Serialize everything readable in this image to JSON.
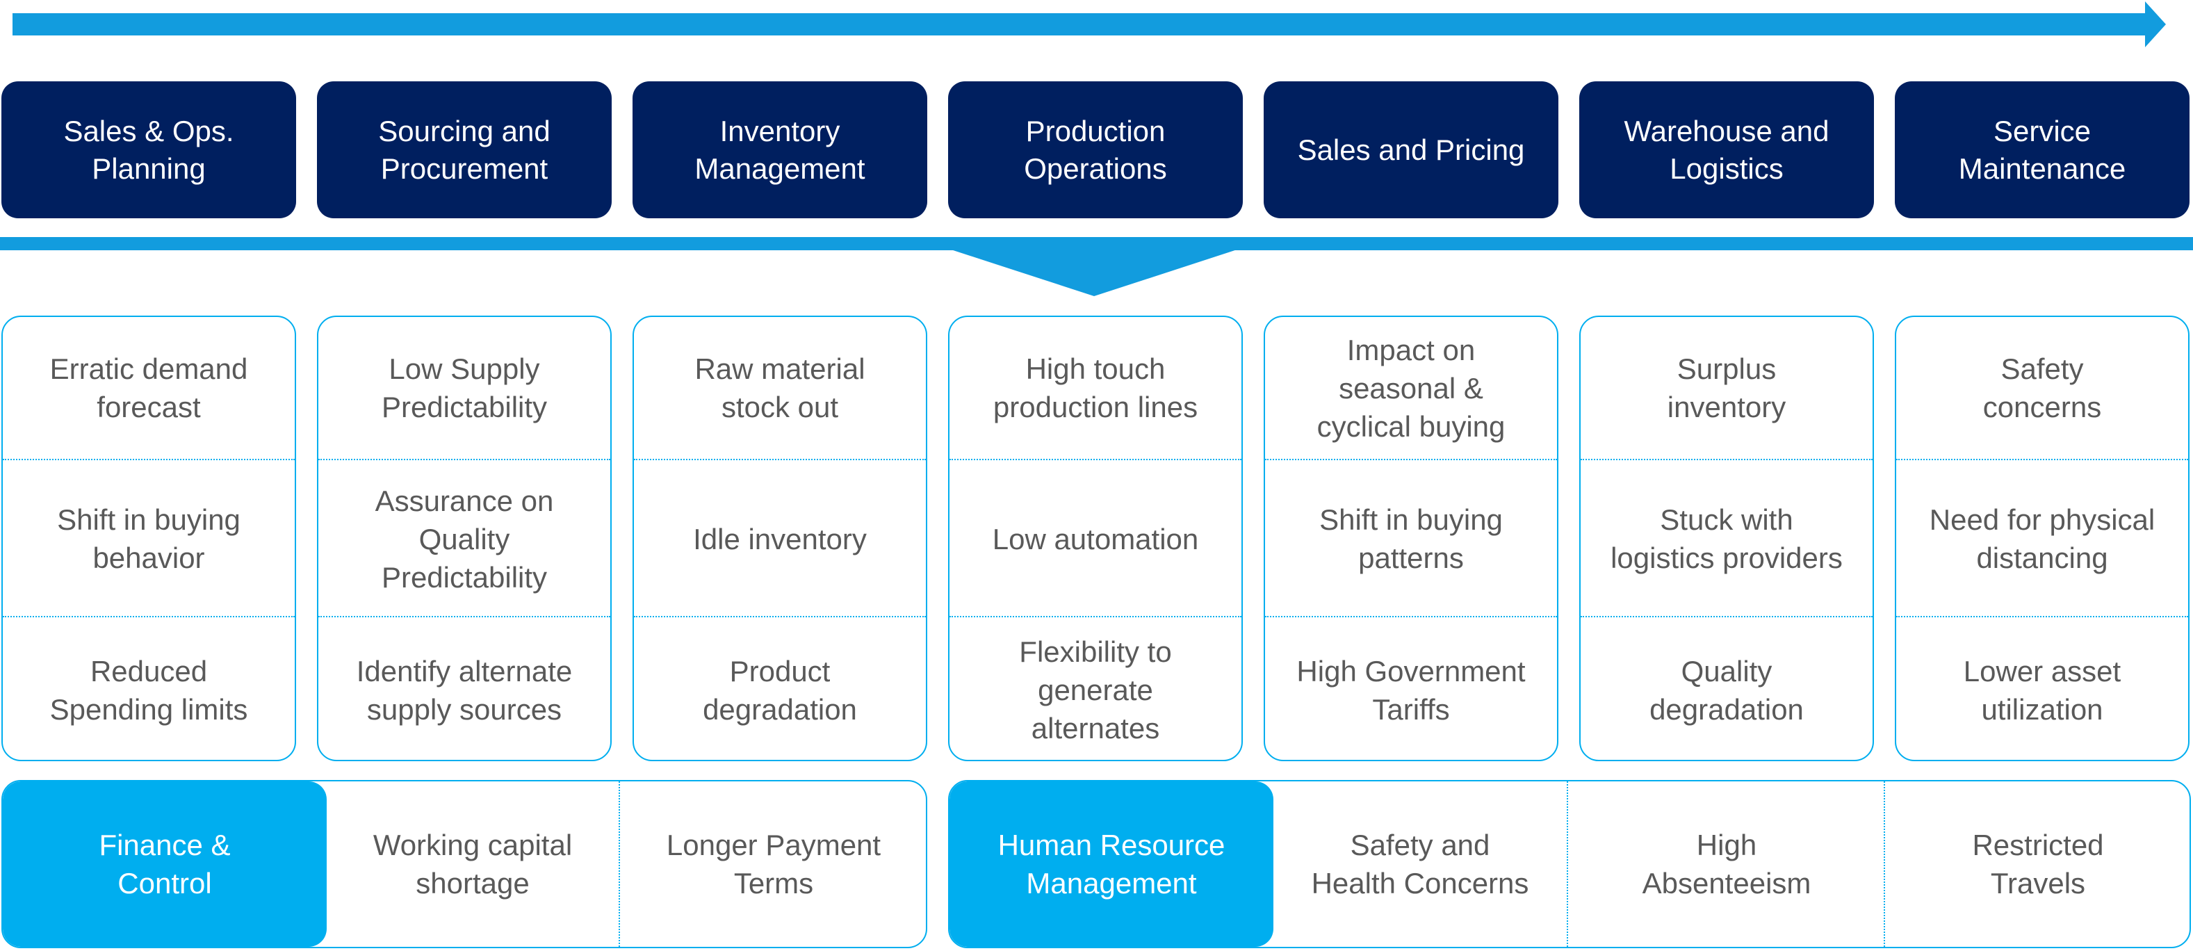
{
  "colors": {
    "arrow": "#129cde",
    "navy": "#001f5f",
    "cyan": "#00aeef",
    "text_gray": "#595959",
    "white": "#ffffff"
  },
  "stages": [
    {
      "label": "Sales & Ops.\nPlanning"
    },
    {
      "label": "Sourcing and\nProcurement"
    },
    {
      "label": "Inventory\nManagement"
    },
    {
      "label": "Production\nOperations"
    },
    {
      "label": "Sales and Pricing"
    },
    {
      "label": "Warehouse and\nLogistics"
    },
    {
      "label": "Service\nMaintenance"
    }
  ],
  "challenges": [
    [
      "Erratic demand\nforecast",
      "Shift in buying\nbehavior",
      "Reduced\nSpending limits"
    ],
    [
      "Low Supply\nPredictability",
      "Assurance on\nQuality\nPredictability",
      "Identify alternate\nsupply sources"
    ],
    [
      "Raw material\nstock out",
      "Idle inventory",
      "Product\ndegradation"
    ],
    [
      "High touch\nproduction lines",
      "Low automation",
      "Flexibility to\ngenerate\nalternates"
    ],
    [
      "Impact on\nseasonal &\ncyclical buying",
      "Shift in buying\npatterns",
      "High Government\nTariffs"
    ],
    [
      "Surplus\ninventory",
      "Stuck with\nlogistics providers",
      "Quality\ndegradation"
    ],
    [
      "Safety\nconcerns",
      "Need for physical\ndistancing",
      "Lower asset\nutilization"
    ]
  ],
  "finance": {
    "title": "Finance &\nControl",
    "items": [
      "Working capital\nshortage",
      "Longer Payment\nTerms"
    ]
  },
  "hr": {
    "title": "Human Resource\nManagement",
    "items": [
      "Safety and\nHealth Concerns",
      "High\nAbsenteeism",
      "Restricted\nTravels"
    ]
  }
}
